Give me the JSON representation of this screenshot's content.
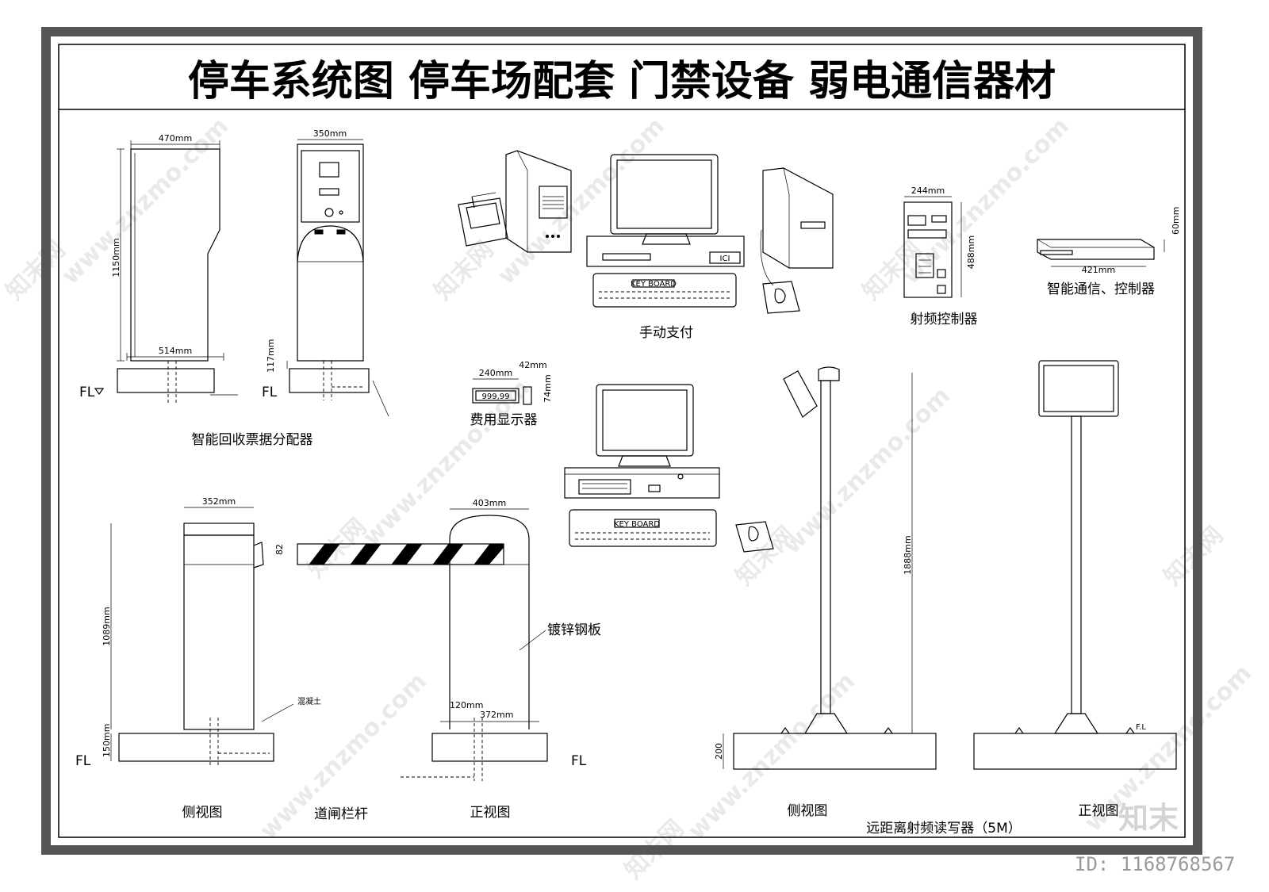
{
  "title": "停车系统图  停车场配套  门禁设备  弱电通信器材",
  "labels": {
    "ticket_dispenser": "智能回收票据分配器",
    "manual_payment": "手动支付",
    "rf_controller": "射频控制器",
    "comm_controller": "智能通信、控制器",
    "fee_display": "费用显示器",
    "barrier_side_view": "侧视图",
    "barrier_arm": "道闸栏杆",
    "barrier_front_view": "正视图",
    "galvanized_plate": "镀锌钢板",
    "concrete": "混凝土",
    "reader_side_view": "侧视图",
    "reader_name": "远距离射频读写器（5M）",
    "reader_front_view": "正视图"
  },
  "dimensions": {
    "d470": "470mm",
    "d1150": "1150mm",
    "d514": "514mm",
    "d350": "350mm",
    "d117": "117mm",
    "d244": "244mm",
    "d488": "488mm",
    "d421": "421mm",
    "d60": "60mm",
    "d240": "240mm",
    "d42": "42mm",
    "d74": "74mm",
    "d352": "352mm",
    "d1089": "1089mm",
    "d150": "150mm",
    "d82": "82",
    "d403": "403mm",
    "d120": "120mm",
    "d372": "372mm",
    "d1888": "1888mm",
    "d200": "200"
  },
  "device_text": {
    "keyboard": "KEY BOARD",
    "ici": "ICI",
    "display_value": "999,99",
    "fl": "FL",
    "fl_dot": "F.L"
  },
  "watermarks": {
    "site": "www.znzmo.com",
    "brand_cn": "知末网",
    "logo": "知末",
    "id": "ID: 1168768567"
  }
}
